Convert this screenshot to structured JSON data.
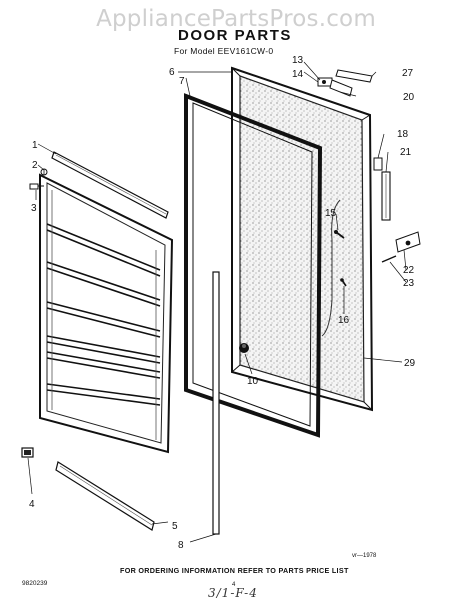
{
  "watermark": "AppliancePartsPros.com",
  "title": "DOOR PARTS",
  "subtitle": "For Model EEV161CW-0",
  "callouts": {
    "c1": "1",
    "c2": "2",
    "c3": "3",
    "c4": "4",
    "c5": "5",
    "c6": "6",
    "c7": "7",
    "c8": "8",
    "c10": "10",
    "c13": "13",
    "c14": "14",
    "c15": "15",
    "c16": "16",
    "c18": "18",
    "c20": "20",
    "c21": "21",
    "c22": "22",
    "c23": "23",
    "c27": "27",
    "c29": "29"
  },
  "footer_note": "FOR ORDERING INFORMATION REFER TO PARTS PRICE LIST",
  "code_left": "9820239",
  "code_right": "vr—1978",
  "page_number": "4",
  "handwritten": "3/1-F-4"
}
